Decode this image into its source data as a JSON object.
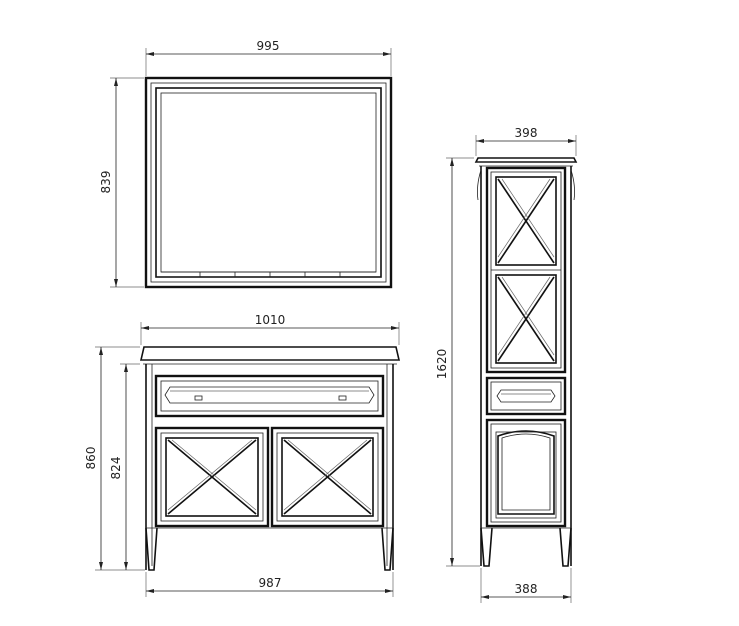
{
  "dimensions": {
    "mirror_width": "995",
    "mirror_height": "839",
    "cabinet_top_width": "1010",
    "cabinet_height_total": "860",
    "cabinet_height_body": "824",
    "cabinet_base_width": "987",
    "column_top_width": "398",
    "column_height": "1620",
    "column_base_width": "388"
  },
  "colors": {
    "line": "#222222",
    "background": "#ffffff"
  }
}
